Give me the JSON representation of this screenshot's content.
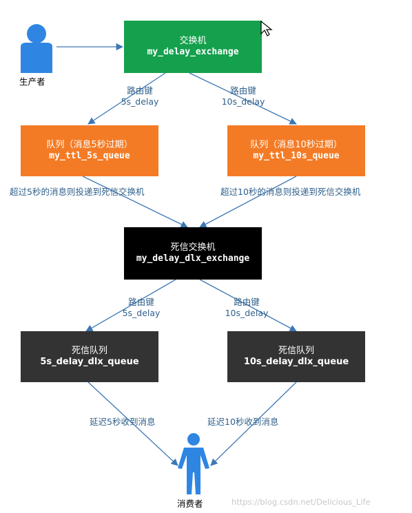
{
  "producer": {
    "label": "生产者"
  },
  "consumer": {
    "label": "消费者"
  },
  "exchange": {
    "title": "交换机",
    "name": "my_delay_exchange",
    "color": "#14a04d"
  },
  "queue_5s": {
    "title": "队列（消息5秒过期）",
    "name": "my_ttl_5s_queue",
    "color": "#f47b25"
  },
  "queue_10s": {
    "title": "队列（消息10秒过期）",
    "name": "my_ttl_10s_queue",
    "color": "#f47b25"
  },
  "dlx_exchange": {
    "title": "死信交换机",
    "name": "my_delay_dlx_exchange",
    "color": "#000000"
  },
  "dlx_queue_5s": {
    "title": "死信队列",
    "name": "5s_delay_dlx_queue",
    "color": "#333333"
  },
  "dlx_queue_10s": {
    "title": "死信队列",
    "name": "10s_delay_dlx_queue",
    "color": "#333333"
  },
  "edges": {
    "route_5s": {
      "title": "路由键",
      "key": "5s_delay"
    },
    "route_10s": {
      "title": "路由键",
      "key": "10s_delay"
    },
    "expire_5s": "超过5秒的消息则投递到死信交换机",
    "expire_10s": "超过10秒的消息则投递到死信交换机",
    "dlx_route_5s": {
      "title": "路由键",
      "key": "5s_delay"
    },
    "dlx_route_10s": {
      "title": "路由键",
      "key": "10s_delay"
    },
    "deliver_5s": "延迟5秒收到消息",
    "deliver_10s": "延迟10秒收到消息"
  },
  "watermark": "https://blog.csdn.net/Delicious_Life",
  "icons": [
    "person-icon",
    "cursor-icon"
  ],
  "line_color": "#3d78b4"
}
